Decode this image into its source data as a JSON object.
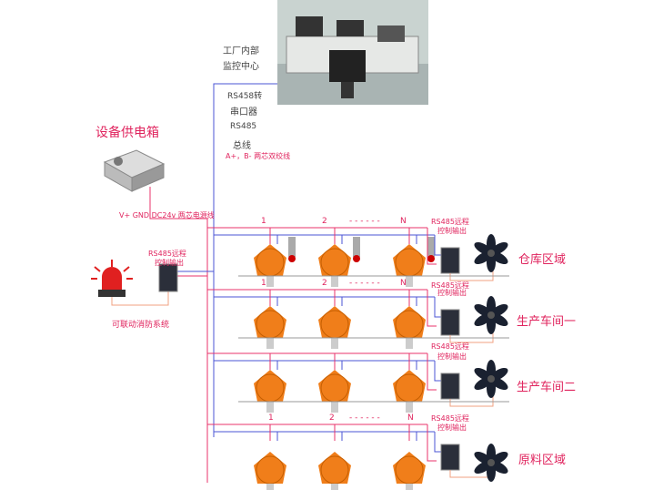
{
  "monitor": {
    "line1": "工厂内部",
    "line2": "监控中心"
  },
  "converter": {
    "line1": "RS458转",
    "line2": "串口器"
  },
  "bus": {
    "line1": "RS485",
    "line2": "总线",
    "wire": "A+，B-  两芯双绞线"
  },
  "power": {
    "title": "设备供电箱",
    "wire": "V+  GND DC24v 两芯电源线"
  },
  "fire": {
    "module_line1": "RS485远程",
    "module_line2": "控制输出",
    "label": "可联动消防系统"
  },
  "zones": [
    {
      "name": "仓库区域",
      "numbers": [
        "1",
        "2",
        "- - - - - -",
        "N"
      ],
      "module_line1": "RS485远程",
      "module_line2": "控制输出"
    },
    {
      "name": "生产车间一",
      "numbers": [
        "1",
        "2",
        "- - - - - -",
        "N"
      ],
      "module_line1": "RS485远程",
      "module_line2": "控制输出"
    },
    {
      "name": "生产车间二",
      "numbers": [],
      "module_line1": "RS485远程",
      "module_line2": "控制输出"
    },
    {
      "name": "原料区域",
      "numbers": [
        "1",
        "2",
        "- - - - - -",
        "N"
      ],
      "module_line1": "RS485远程",
      "module_line2": "控制输出"
    }
  ],
  "colors": {
    "pink": "#e8336b",
    "blue": "#4b55d6",
    "orange": "#f07e1a"
  }
}
